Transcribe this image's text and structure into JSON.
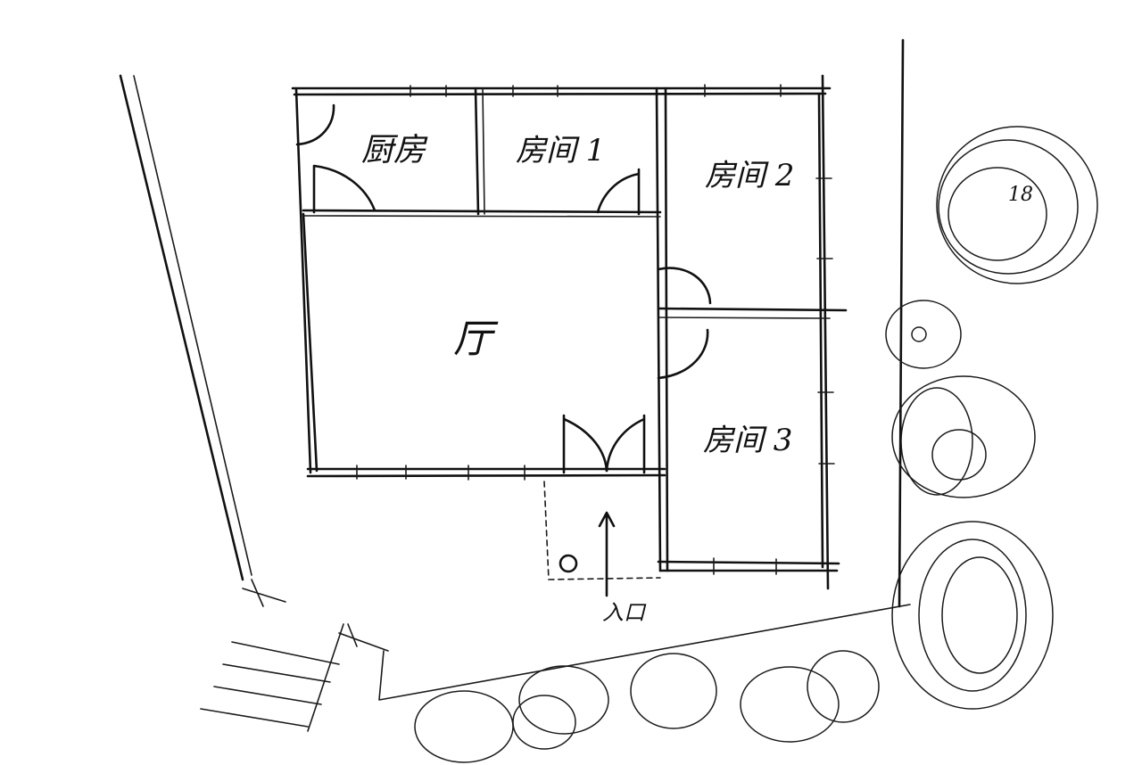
{
  "rooms": {
    "kitchen": "厨房",
    "room1": "房间 1",
    "room2": "房间 2",
    "room3": "房间 3",
    "hall": "厅"
  },
  "entrance": {
    "label": "入口"
  },
  "tree_label": "18"
}
